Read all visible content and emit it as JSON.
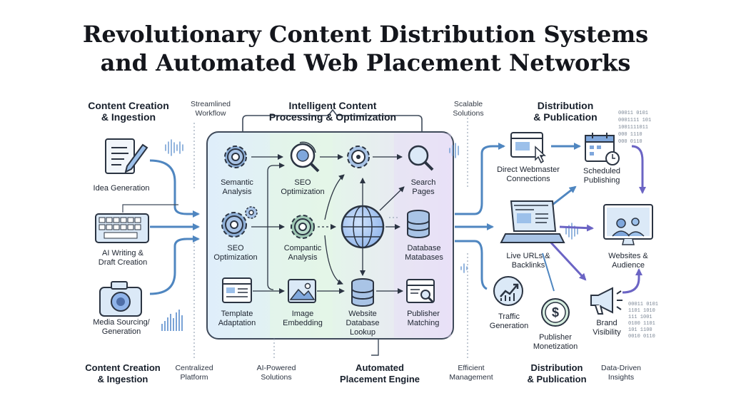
{
  "title": {
    "line1": "Revolutionary Content Distribution Systems",
    "line2": "and Automated Web Placement Networks"
  },
  "headers": {
    "creation": [
      "Content Creation",
      "& Ingestion"
    ],
    "processing": [
      "Intelligent Content",
      "Processing & Optimization"
    ],
    "distribution": [
      "Distribution",
      "& Publication"
    ]
  },
  "side_notes": {
    "streamlined": [
      "Streamlined",
      "Workflow"
    ],
    "scalable": [
      "Scalable",
      "Solutions"
    ]
  },
  "inputs": [
    {
      "icon": "document-pen-icon",
      "label": [
        "Idea Generation"
      ]
    },
    {
      "icon": "keyboard-icon",
      "label": [
        "AI Writing &",
        "Draft Creation"
      ]
    },
    {
      "icon": "camera-icon",
      "label": [
        "Media Sourcing/",
        "Generation"
      ]
    }
  ],
  "processing_nodes": [
    {
      "icon": "gear-icon",
      "label": [
        "Semantic",
        "Analysis"
      ]
    },
    {
      "icon": "seo-magnifier-icon",
      "label": [
        "SEO",
        "Optimization"
      ]
    },
    {
      "icon": "target-gear-icon",
      "label": []
    },
    {
      "icon": "search-icon",
      "label": [
        "Search",
        "Pages"
      ]
    },
    {
      "icon": "gears-icon",
      "label": [
        "SEO",
        "Optimization"
      ]
    },
    {
      "icon": "gear-icon",
      "label": [
        "Compantic",
        "Analysis"
      ]
    },
    {
      "icon": "globe-icon",
      "label": []
    },
    {
      "icon": "database-icon",
      "label": [
        "Database",
        "Matabases"
      ]
    },
    {
      "icon": "template-icon",
      "label": [
        "Template",
        "Adaptation"
      ]
    },
    {
      "icon": "image-icon",
      "label": [
        "Image",
        "Embedding"
      ]
    },
    {
      "icon": "database-icon",
      "label": [
        "Website",
        "Database",
        "Lookup"
      ]
    },
    {
      "icon": "browser-search-icon",
      "label": [
        "Publisher",
        "Matching"
      ]
    }
  ],
  "outputs": [
    {
      "icon": "browser-cursor-icon",
      "label": [
        "Direct Webmaster",
        "Connections"
      ]
    },
    {
      "icon": "calendar-clock-icon",
      "label": [
        "Scheduled",
        "Publishing"
      ]
    },
    {
      "icon": "laptop-icon",
      "label": [
        "Live URLs &",
        "Backlinks"
      ]
    },
    {
      "icon": "monitor-audience-icon",
      "label": [
        "Websites &",
        "Audience"
      ]
    },
    {
      "icon": "traffic-chart-icon",
      "label": [
        "Traffic",
        "Generation"
      ]
    },
    {
      "icon": "dollar-coin-icon",
      "label": [
        "Publisher",
        "Monetization"
      ]
    },
    {
      "icon": "megaphone-icon",
      "label": [
        "Brand",
        "Visibility"
      ]
    }
  ],
  "footer": [
    {
      "text": [
        "Content Creation",
        "& Ingestion"
      ],
      "style": "bold"
    },
    {
      "text": [
        "Centralized",
        "Platform"
      ],
      "style": "small"
    },
    {
      "text": [
        "AI-Powered",
        "Solutions"
      ],
      "style": "small"
    },
    {
      "text": [
        "Automated",
        "Placement Engine"
      ],
      "style": "bold"
    },
    {
      "text": [
        "Efficient",
        "Management"
      ],
      "style": "small"
    },
    {
      "text": [
        "Distribution",
        "& Publication"
      ],
      "style": "bold"
    },
    {
      "text": [
        "Data-Driven",
        "Insights"
      ],
      "style": "small"
    }
  ],
  "binary_text": {
    "top": [
      "00011 0101",
      "0001111 101",
      "1001111011",
      "000 1110",
      "000 0110"
    ],
    "bottom": [
      "00011 0101",
      "1101 1010",
      "111 1001",
      "0100 1101",
      "101 1100",
      "0010 0110"
    ]
  },
  "colors": {
    "arrow": "#4f86c0",
    "arrow_purple": "#6b64c4",
    "panel_border": "#3f4a5a",
    "icon_stroke": "#2b3442",
    "icon_fill_blue": "#dbe9f7",
    "icon_fill_purple": "#e6def6",
    "panel_blue": "#e2eefa",
    "panel_green": "#e4f4ea",
    "panel_purple": "#ece3f7"
  }
}
